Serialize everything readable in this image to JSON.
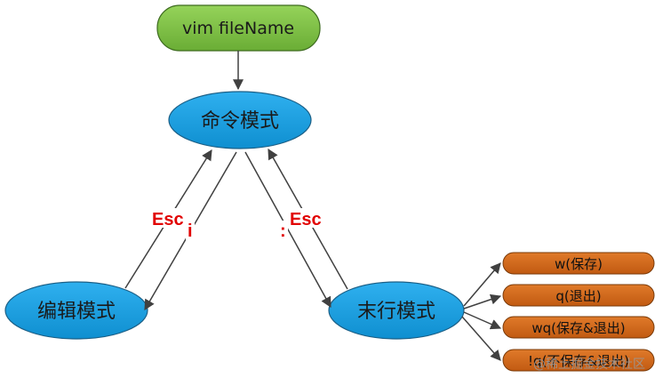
{
  "nodes": {
    "start": "vim fileName",
    "command_mode": "命令模式",
    "edit_mode": "编辑模式",
    "lastline_mode": "末行模式"
  },
  "edge_labels": {
    "esc_left": "Esc",
    "insert_key": "i",
    "colon_key": ":",
    "esc_right": "Esc"
  },
  "commands": [
    "w(保存)",
    "q(退出)",
    "wq(保存&退出)",
    "!q(不保存&退出)"
  ],
  "watermark": "@稀土掘金技术社区",
  "colors": {
    "start_fill": "#7dc242",
    "mode_fill": "#1ba1e2",
    "command_fill": "#d2691e",
    "edge_label": "#e10000",
    "line": "#404040"
  }
}
